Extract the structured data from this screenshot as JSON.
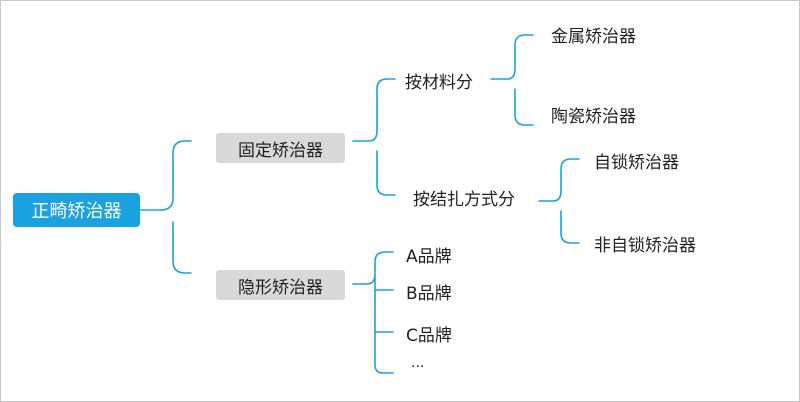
{
  "root": {
    "label": "正畸矫治器",
    "color": "#1aa2e0"
  },
  "branches": [
    {
      "label": "固定矫治器",
      "children": [
        {
          "label": "按材料分",
          "children": [
            "金属矫治器",
            "陶瓷矫治器"
          ]
        },
        {
          "label": "按结扎方式分",
          "children": [
            "自锁矫治器",
            "非自锁矫治器"
          ]
        }
      ]
    },
    {
      "label": "隐形矫治器",
      "children": [
        "A品牌",
        "B品牌",
        "C品牌",
        "..."
      ]
    }
  ],
  "colors": {
    "connector": "#1aa2e0",
    "branch_fill": "#d9d9d9",
    "background": "#ffffff"
  }
}
